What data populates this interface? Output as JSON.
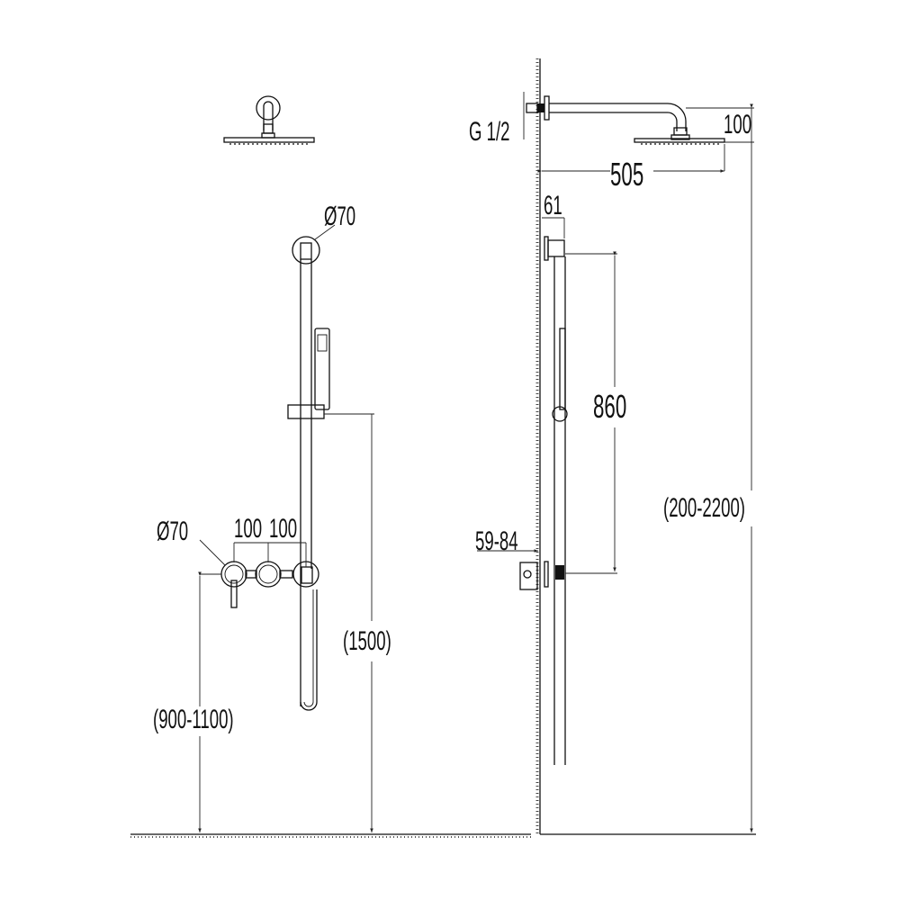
{
  "front_view": {
    "dia_top": "Ø70",
    "dia_valve": "Ø70",
    "spacing_1": "100",
    "spacing_2": "100",
    "valve_height": "(900-1100)",
    "slider_height": "(1500)"
  },
  "side_view": {
    "thread": "G 1/2",
    "head_drop": "100",
    "arm_reach": "505",
    "rail_offset": "61",
    "rail_length": "860",
    "valve_depth": "59-84",
    "head_height": "(200-2200)"
  },
  "colors": {
    "line": "#111111",
    "background": "#ffffff"
  }
}
